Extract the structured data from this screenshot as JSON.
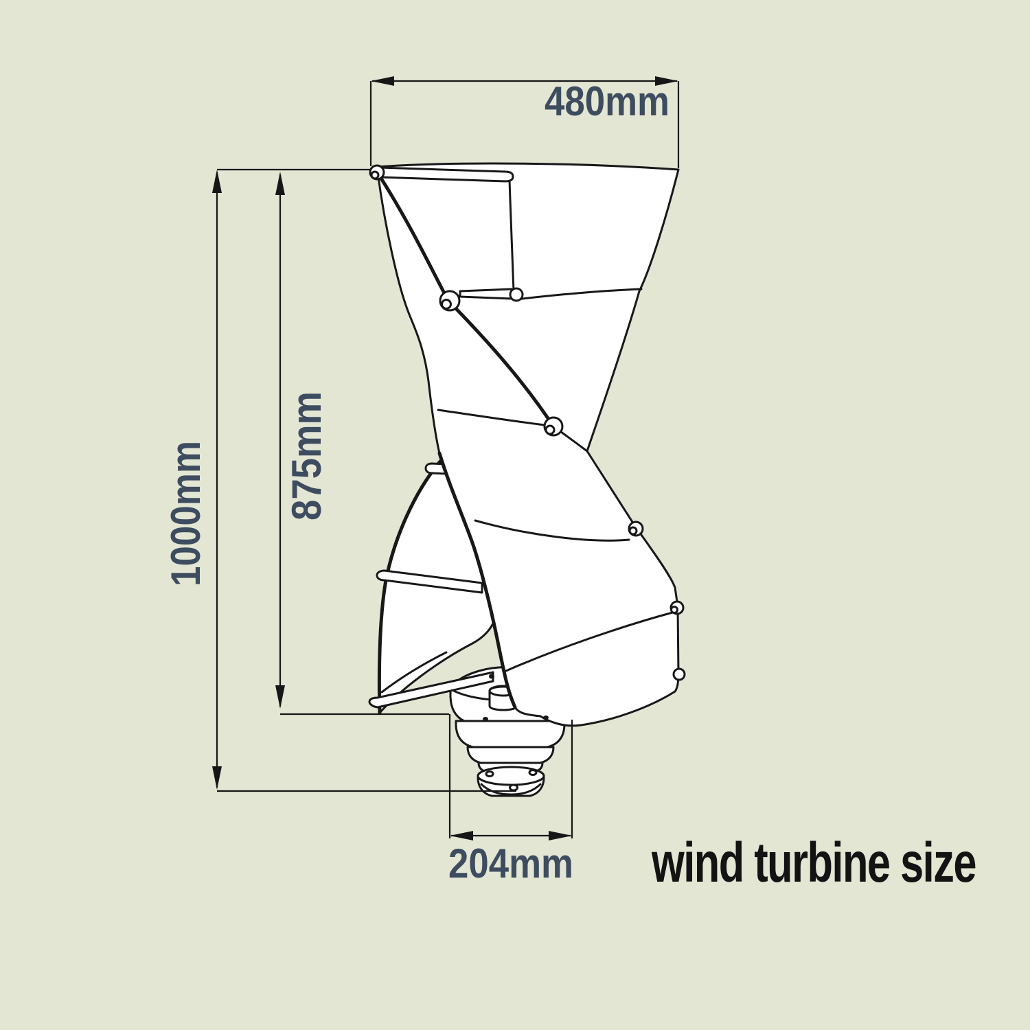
{
  "page": {
    "background_color": "#e4e6d4",
    "line_color": "#181818",
    "dimension_label_color": "#3d4c5f",
    "title_color": "#131313"
  },
  "diagram": {
    "title": "wind turbine size",
    "subject": "helical vertical-axis wind turbine drawing",
    "dimensions": {
      "top_width": {
        "label": "480mm"
      },
      "total_height": {
        "label": "1000mm"
      },
      "blade_height": {
        "label": "875mm"
      },
      "base_width": {
        "label": "204mm"
      }
    }
  }
}
